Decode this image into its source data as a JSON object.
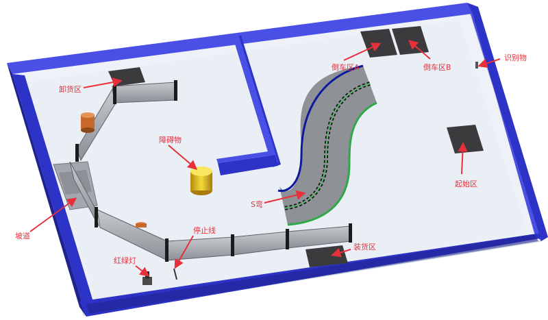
{
  "labels": {
    "unload": "卸货区",
    "reverse_a": "倒车区A",
    "reverse_b": "倒车区B",
    "marker": "识别物",
    "obstacle": "障碍物",
    "start": "起始区",
    "s_curve": "S弯",
    "ramp": "坡道",
    "stop_line": "停止线",
    "load": "装货区",
    "traffic_light": "红绿灯"
  },
  "colors": {
    "wall": "#2e33c8",
    "wall_side": "#1f238f",
    "wall_top": "#4a50e6",
    "floor": "#eef2f8",
    "zone": "#3b3b3d",
    "track": "#8e9196",
    "inner_edge": "#0b1a9c",
    "outer_edge": "#2fa84a",
    "arrow": "#e8303a"
  }
}
